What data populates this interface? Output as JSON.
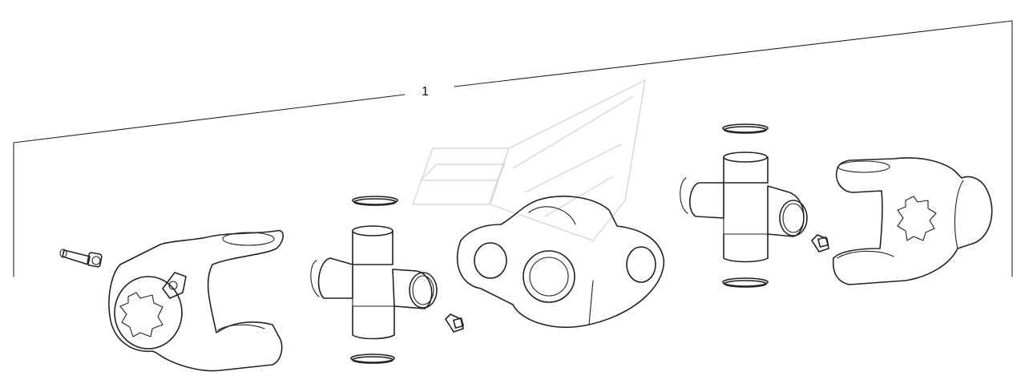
{
  "diagram": {
    "callout_label": "1",
    "parts": [
      {
        "name": "yoke-left",
        "type": "yoke"
      },
      {
        "name": "bolt",
        "type": "bolt"
      },
      {
        "name": "cross-left",
        "type": "universal-joint-cross"
      },
      {
        "name": "snap-ring",
        "type": "retaining-ring"
      },
      {
        "name": "grease-nipple",
        "type": "fitting"
      },
      {
        "name": "center-coupling",
        "type": "double-yoke"
      },
      {
        "name": "cross-right",
        "type": "universal-joint-cross"
      },
      {
        "name": "yoke-right",
        "type": "yoke"
      }
    ]
  }
}
